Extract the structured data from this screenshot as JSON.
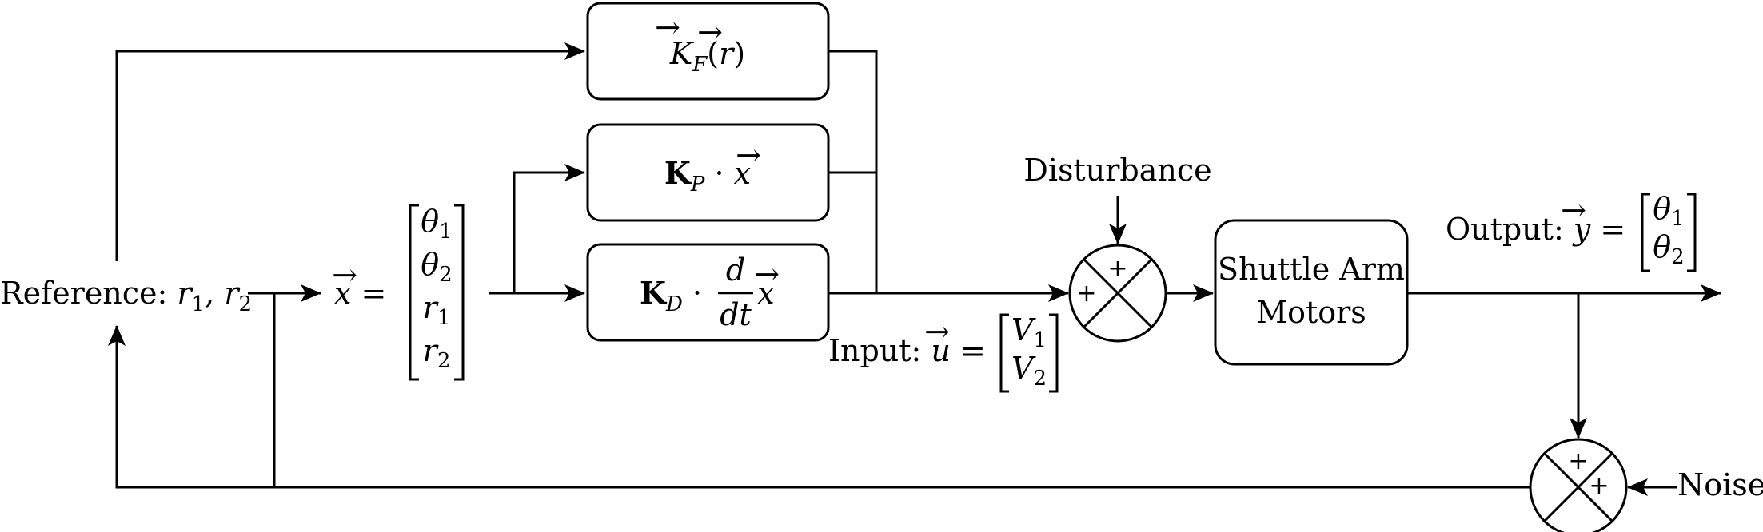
{
  "reference": {
    "prefix": "Reference: ",
    "r1": "r",
    "r1_sub": "1",
    "comma": ", ",
    "r2": "r",
    "r2_sub": "2"
  },
  "state": {
    "lhs": "x",
    "eq": " =",
    "entries": [
      {
        "sym": "θ",
        "sub": "1"
      },
      {
        "sym": "θ",
        "sub": "2"
      },
      {
        "sym": "r",
        "sub": "1"
      },
      {
        "sym": "r",
        "sub": "2"
      }
    ]
  },
  "blocks": {
    "feedforward": {
      "K": "K",
      "sub": "F",
      "open": "(",
      "arg": "r",
      "close": ")"
    },
    "proportional": {
      "K": "K",
      "sub": "P",
      "dot": " · ",
      "arg": "x"
    },
    "derivative": {
      "K": "K",
      "sub": "D",
      "dot": " · ",
      "num": "d",
      "den": "dt",
      "arg": "x"
    },
    "plant": {
      "line1": "Shuttle Arm",
      "line2": "Motors"
    }
  },
  "input": {
    "prefix": "Input: ",
    "lhs": "u",
    "eq": " =",
    "entries": [
      {
        "sym": "V",
        "sub": "1"
      },
      {
        "sym": "V",
        "sub": "2"
      }
    ]
  },
  "output": {
    "prefix": "Output: ",
    "lhs": "y",
    "eq": " =",
    "entries": [
      {
        "sym": "θ",
        "sub": "1"
      },
      {
        "sym": "θ",
        "sub": "2"
      }
    ]
  },
  "disturbance": "Disturbance",
  "noise": "Noise",
  "plus_sign": "+"
}
